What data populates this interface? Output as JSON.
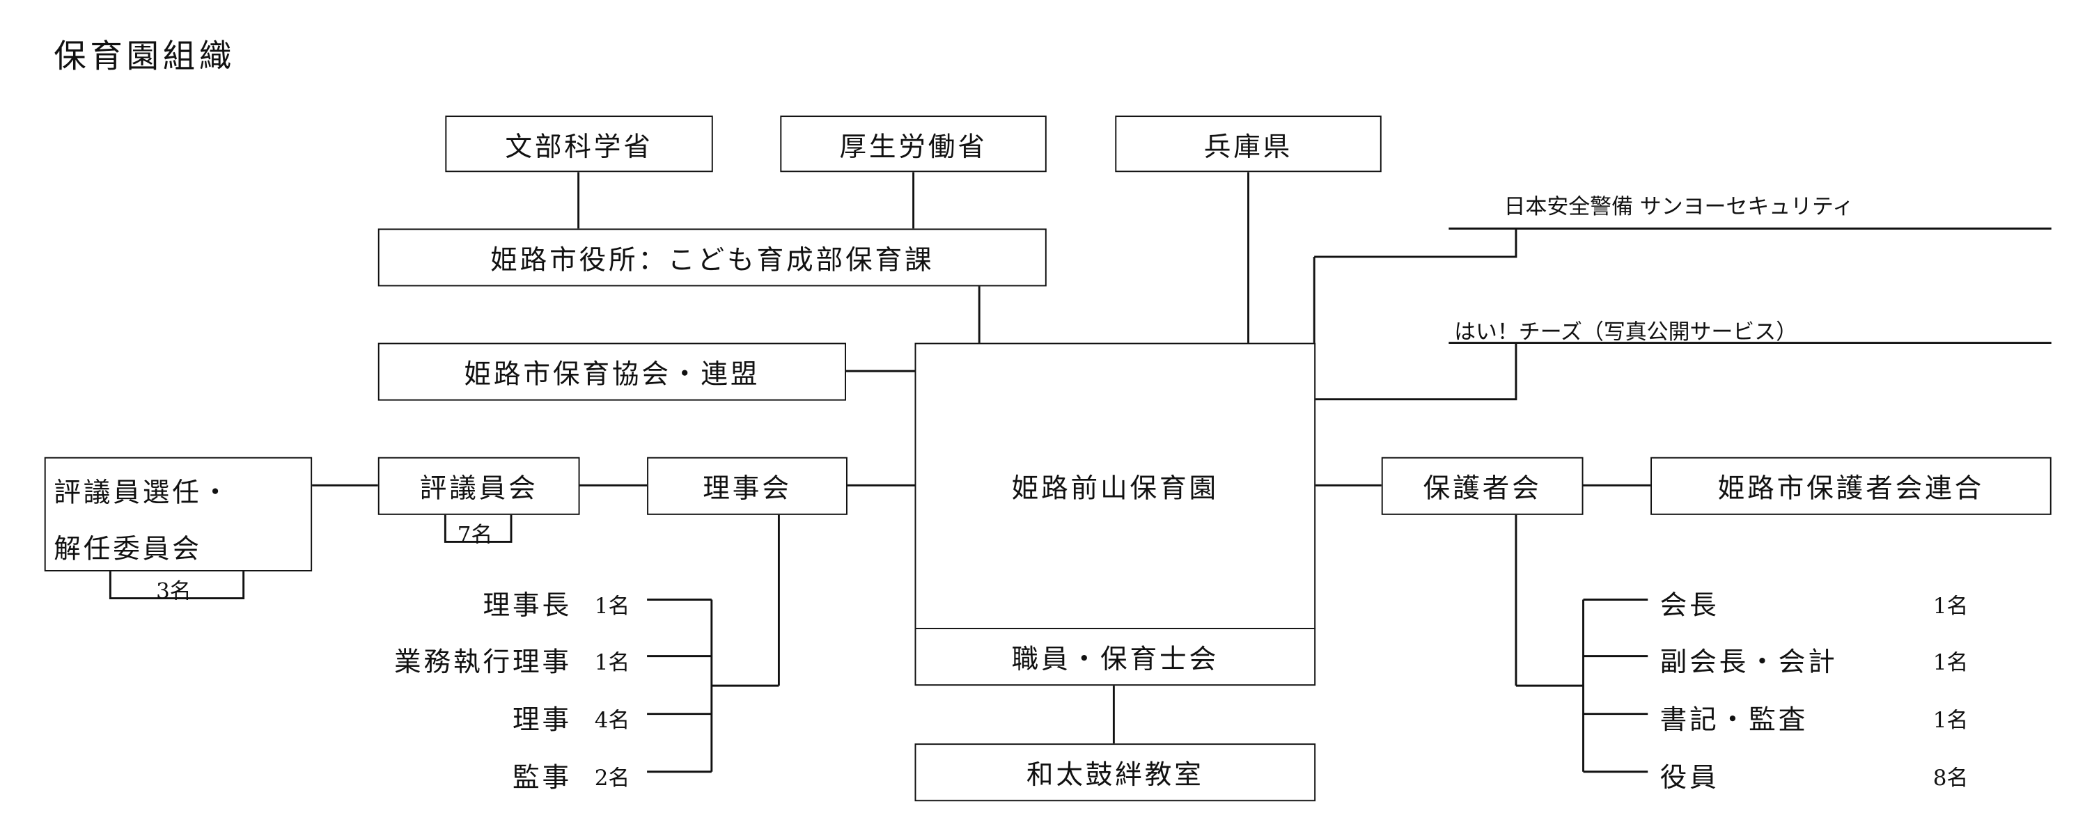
{
  "title": "保育園組織",
  "boxes": {
    "monbu": "文部科学省",
    "kosei": "厚生労働省",
    "hyogo": "兵庫県",
    "shiyakusho": "姫路市役所：こども育成部保育課",
    "kyokai": "姫路市保育協会・連盟",
    "center": "姫路前山保育園",
    "staff": "職員・保育士会",
    "wadaiko": "和太鼓絆教室",
    "riji": "理事会",
    "hyogiin": "評議員会",
    "hyogiin_count": "7名",
    "senin_line1": "評議員選任・",
    "senin_line2": "解任委員会",
    "senin_count": "3名",
    "hogosha": "保護者会",
    "rengo": "姫路市保護者会連合"
  },
  "external": {
    "security": "日本安全警備 サンヨーセキュリティ",
    "photo": "はい！チーズ（写真公開サービス）"
  },
  "board_members": [
    {
      "role": "理事長",
      "count": "1名"
    },
    {
      "role": "業務執行理事",
      "count": "1名"
    },
    {
      "role": "理事",
      "count": "4名"
    },
    {
      "role": "監事",
      "count": "2名"
    }
  ],
  "parent_officers": [
    {
      "role": "会長",
      "count": "1名"
    },
    {
      "role": "副会長・会計",
      "count": "1名"
    },
    {
      "role": "書記・監査",
      "count": "1名"
    },
    {
      "role": "役員",
      "count": "8名"
    }
  ]
}
